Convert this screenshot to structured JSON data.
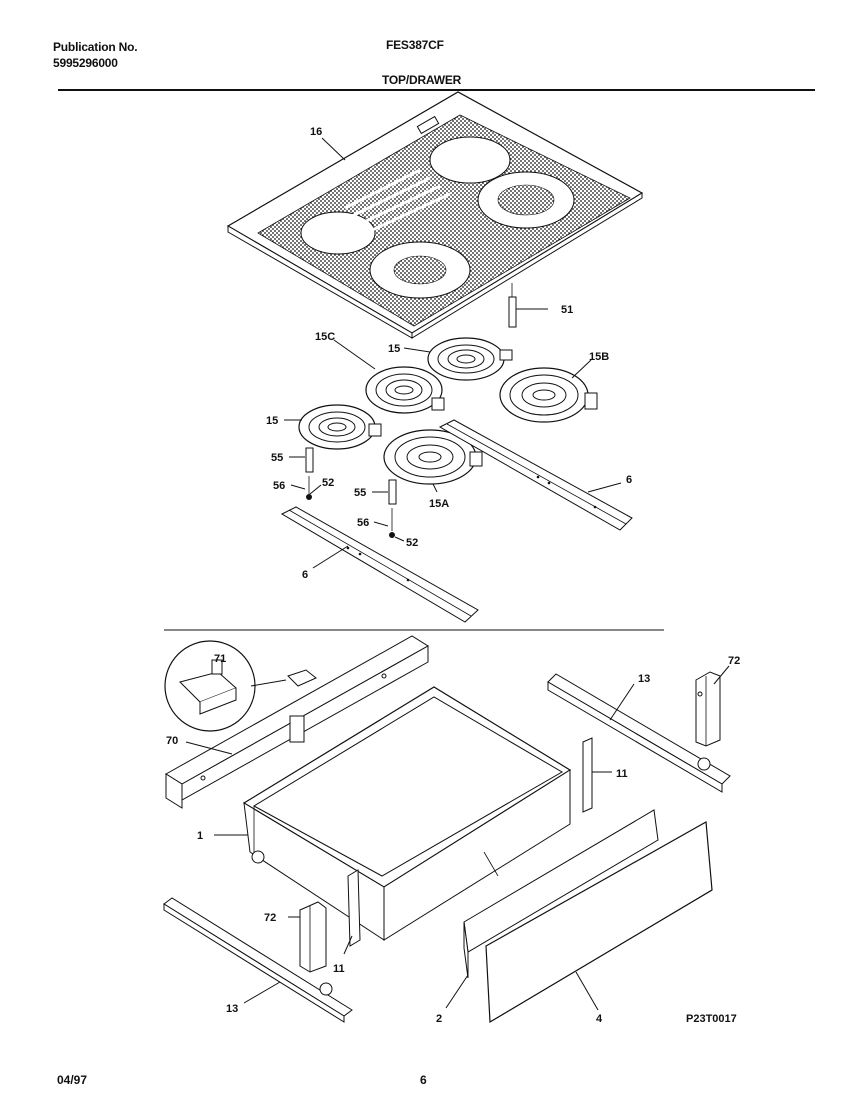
{
  "header": {
    "publication_label": "Publication No.",
    "publication_number": "5995296000",
    "model": "FES387CF",
    "section_title": "TOP/DRAWER"
  },
  "footer": {
    "date": "04/97",
    "page": "6",
    "drawing_code": "P23T0017"
  },
  "callouts": {
    "c16": "16",
    "c51": "51",
    "c15c": "15C",
    "c15_top": "15",
    "c15b": "15B",
    "c15_left": "15",
    "c55_left": "55",
    "c56_left": "56",
    "c52_left": "52",
    "c55_mid": "55",
    "c15a": "15A",
    "c56_mid": "56",
    "c52_mid": "52",
    "c6_right": "6",
    "c6_left": "6",
    "c71": "71",
    "c70": "70",
    "c1": "1",
    "c13_top": "13",
    "c72_right": "72",
    "c11_right": "11",
    "c72_left": "72",
    "c11_left": "11",
    "c13_bottom": "13",
    "c2": "2",
    "c4": "4"
  }
}
